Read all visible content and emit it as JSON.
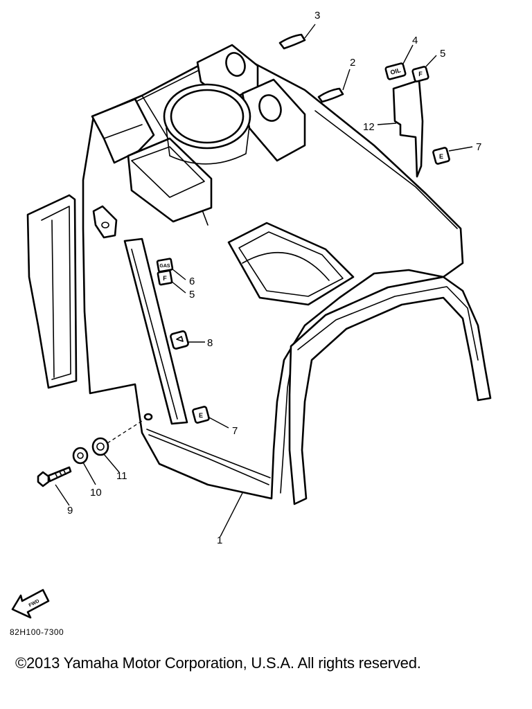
{
  "callouts": {
    "c1": "1",
    "c2": "2",
    "c3": "3",
    "c4": "4",
    "c5a": "5",
    "c5b": "5",
    "c6": "6",
    "c7a": "7",
    "c7b": "7",
    "c8": "8",
    "c9": "9",
    "c10": "10",
    "c11": "11",
    "c12": "12"
  },
  "decals": {
    "oil": "OIL",
    "fuel": "F",
    "empty": "E",
    "gas": "GAS",
    "fwd": "FWD"
  },
  "diagram_code": "82H100-7300",
  "copyright": "©2013 Yamaha Motor Corporation, U.S.A. All rights reserved."
}
